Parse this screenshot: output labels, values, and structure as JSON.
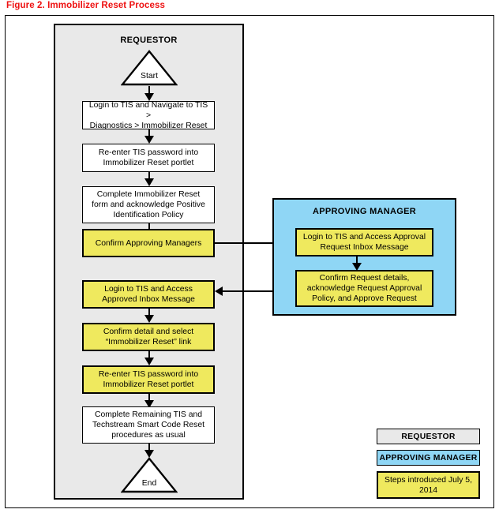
{
  "figure": {
    "title": "Figure 2.  Immobilizer Reset Process",
    "title_color": "#ee1111"
  },
  "colors": {
    "requestor_lane": "#e9e9e9",
    "approving_manager_lane": "#8fd6f5",
    "highlight_step": "#efe95e",
    "plain_step": "#ffffff",
    "line": "#000000"
  },
  "lanes": [
    {
      "id": "requestor",
      "title": "REQUESTOR"
    },
    {
      "id": "approving-manager",
      "title": "APPROVING MANAGER"
    }
  ],
  "requestor_flow": {
    "start_label": "Start",
    "end_label": "End",
    "steps": [
      {
        "id": "login-navigate",
        "line1": "Login to TIS and Navigate to TIS >",
        "line2": "Diagnostics > Immobilizer Reset",
        "line3": "",
        "highlighted": false
      },
      {
        "id": "reenter-password-1",
        "line1": "Re-enter TIS password into",
        "line2": "Immobilizer Reset portlet",
        "line3": "",
        "highlighted": false
      },
      {
        "id": "complete-form",
        "line1": "Complete Immobilizer Reset",
        "line2": "form and acknowledge Positive",
        "line3": "Identification Policy",
        "highlighted": false
      },
      {
        "id": "confirm-approving-managers",
        "line1": "Confirm Approving Managers",
        "line2": "",
        "line3": "",
        "highlighted": true
      },
      {
        "id": "login-approved-inbox",
        "line1": "Login to TIS and Access",
        "line2": "Approved Inbox Message",
        "line3": "",
        "highlighted": true
      },
      {
        "id": "confirm-detail-select-link",
        "line1": "Confirm detail and select",
        "line2": "“Immobilizer Reset” link",
        "line3": "",
        "highlighted": true
      },
      {
        "id": "reenter-password-2",
        "line1": "Re-enter TIS password into",
        "line2": "Immobilizer Reset portlet",
        "line3": "",
        "highlighted": true
      },
      {
        "id": "complete-remaining",
        "line1": "Complete Remaining TIS and",
        "line2": "Techstream Smart Code Reset",
        "line3": "procedures as usual",
        "highlighted": false
      }
    ]
  },
  "approving_manager_flow": {
    "steps": [
      {
        "id": "login-approval-inbox",
        "line1": "Login to TIS and Access Approval",
        "line2": "Request Inbox Message",
        "line3": "",
        "highlighted": true
      },
      {
        "id": "confirm-approve-request",
        "line1": "Confirm Request details,",
        "line2": "acknowledge Request Approval",
        "line3": "Policy, and Approve Request",
        "highlighted": true
      }
    ]
  },
  "legend": {
    "items": [
      {
        "id": "requestor",
        "line1": "REQUESTOR",
        "line2": "",
        "style": "grey"
      },
      {
        "id": "approving-manager",
        "line1": "APPROVING MANAGER",
        "line2": "",
        "style": "blue"
      },
      {
        "id": "new-steps",
        "line1": "Steps introduced",
        "line2": "July 5, 2014",
        "style": "yellow"
      }
    ]
  }
}
